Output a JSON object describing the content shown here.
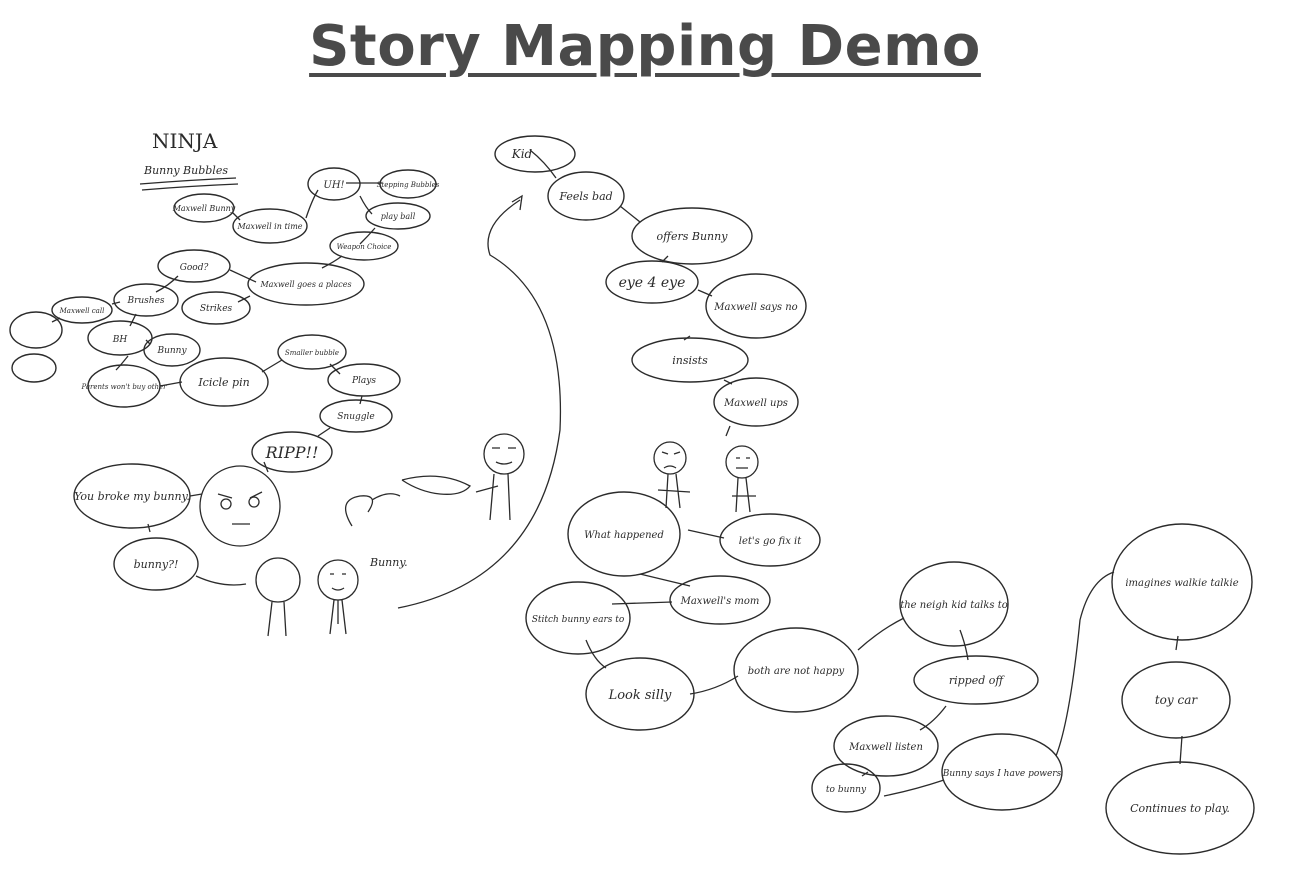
{
  "title": "Story Mapping Demo",
  "left_cluster": {
    "heading": "NINJA",
    "subheading": "Bunny Bubbles",
    "nodes": {
      "maxwell_bunny": "Maxwell Bunny",
      "maxwell_in_time": "Maxwell in time",
      "uh": "UH!",
      "stepping_bubbles": "Stepping Bubbles",
      "play_ball": "play ball",
      "weapon_choice": "Weapon Choice",
      "good": "Good?",
      "maxwell_goes_a_places": "Maxwell goes a places",
      "strikes": "Strikes",
      "maxwell_call": "Maxwell call",
      "brushes": "Brushes",
      "bh": "BH",
      "bunny": "Bunny",
      "parents_won_t_buy_other": "Parents won't buy other",
      "icicle_pin": "Icicle pin",
      "smaller_bubble": "Smaller bubble",
      "plays": "Plays",
      "snuggle": "Snuggle",
      "ripp": "RIPP!!",
      "you_broke_my_bunny": "You broke my bunny.",
      "bunny_exclaim": "bunny?!"
    },
    "label_bunny": "Bunny."
  },
  "middle_cluster": {
    "nodes": {
      "kid": "Kid",
      "feels_bad": "Feels bad",
      "offers_bunny": "offers Bunny",
      "eye_4_eye": "eye 4 eye",
      "maxwell_says_no": "Maxwell says no",
      "insists": "insists",
      "maxwell_ups": "Maxwell ups",
      "what_happened": "What happened",
      "lets_go_fix_it": "let's go fix it",
      "maxwells_mom": "Maxwell's mom",
      "stitch_bunny_ears_to": "Stitch bunny ears to",
      "look_silly": "Look silly",
      "both_are_not_happy": "both are not happy"
    }
  },
  "right_cluster": {
    "nodes": {
      "the_neigh_kid_talks_to": "the neigh kid talks to",
      "ripped_off": "ripped off",
      "maxwell_listen": "Maxwell listen",
      "to_bunny": "to bunny",
      "bunny_says_i_have_powers": "Bunny says I have powers",
      "imagines_walkie_talkie": "imagines walkie talkie",
      "toy_car": "toy car",
      "continues_to_play": "Continues to play."
    }
  }
}
